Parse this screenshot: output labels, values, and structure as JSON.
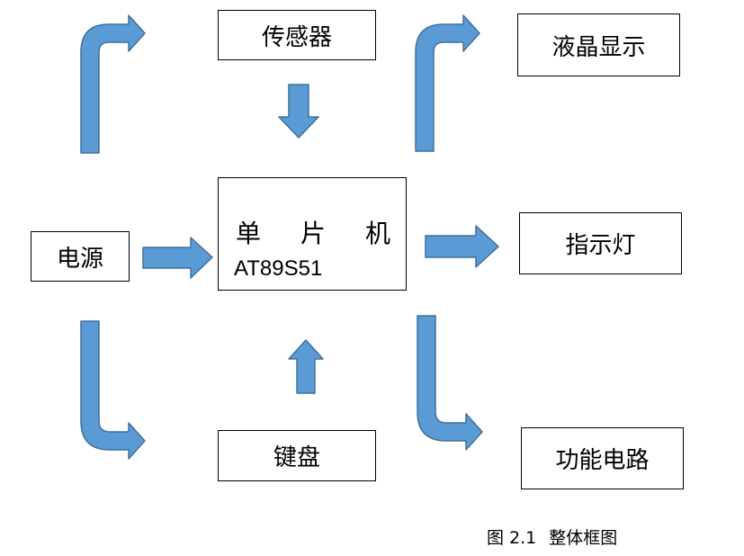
{
  "diagram": {
    "nodes": {
      "sensor": "传感器",
      "lcd": "液晶显示",
      "power": "电源",
      "mcu_name_chars": [
        "单",
        "片",
        "机"
      ],
      "mcu_model": "AT89S51",
      "indicator": "指示灯",
      "keyboard": "键盘",
      "function_circuit": "功能电路"
    },
    "edges": [
      {
        "from": "sensor",
        "to": "mcu"
      },
      {
        "from": "power",
        "to": "mcu"
      },
      {
        "from": "keyboard",
        "to": "mcu"
      },
      {
        "from": "mcu",
        "to": "indicator"
      },
      {
        "from": "mcu",
        "to": "lcd"
      },
      {
        "from": "mcu",
        "to": "function_circuit"
      },
      {
        "from": "power",
        "to": "sensor"
      },
      {
        "from": "power",
        "to": "keyboard"
      }
    ],
    "arrow_fill": "#5b9bd5",
    "arrow_stroke": "#41719c"
  },
  "caption": {
    "label": "图 2.1",
    "title": "整体框图"
  }
}
